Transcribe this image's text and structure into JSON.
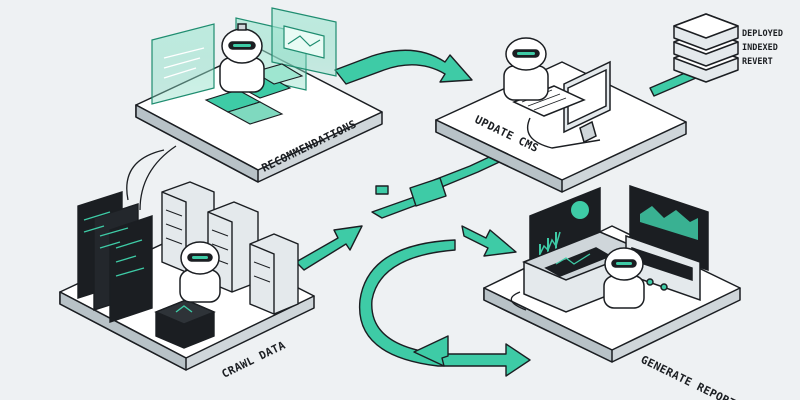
{
  "stages": {
    "recommendations": "RECOMMENDATIONS",
    "update_cms": "UPDATE CMS",
    "crawl_data": "CRAWL DATA",
    "generate_report": "GENERATE REPORT"
  },
  "status_stack": [
    "DEPLOYED",
    "INDEXED",
    "REVERT"
  ],
  "colors": {
    "accent": "#3ecba6",
    "accent_dark": "#1f8d70",
    "ink": "#1b1e22",
    "platform_top": "#ffffff",
    "platform_side": "#cfd6da",
    "background": "#eef1f3"
  }
}
